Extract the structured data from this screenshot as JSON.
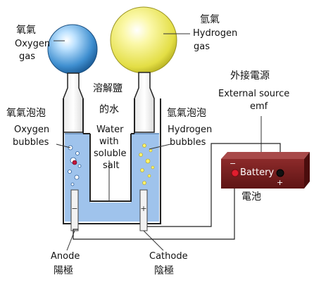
{
  "oxygen": {
    "zh": "氧氣",
    "en1": "Oxygen",
    "en2": "gas"
  },
  "hydrogen": {
    "zh": "氫氣",
    "en1": "Hydrogen",
    "en2": "gas"
  },
  "external_source": {
    "zh": "外接電源",
    "en1": "External source",
    "en2": "emf"
  },
  "electrolyte": {
    "zh1": "溶解鹽",
    "zh2": "的水",
    "en1": "Water",
    "en2": "with",
    "en3": "soluble",
    "en4": "salt"
  },
  "oxygen_bubbles": {
    "zh": "氧氣泡泡",
    "en1": "Oxygen",
    "en2": "bubbles"
  },
  "hydrogen_bubbles": {
    "zh": "氫氣泡泡",
    "en1": "Hydrogen",
    "en2": "bubbles"
  },
  "battery": {
    "label": "Battery",
    "minus": "−",
    "plus": "+",
    "zh": "電池"
  },
  "anode": {
    "en": "Anode",
    "zh": "陽極",
    "sign": "−"
  },
  "cathode": {
    "en": "Cathode",
    "zh": "陰極",
    "sign": "+"
  },
  "colors": {
    "oxygen_ball": "#4f9fd6",
    "hydrogen_ball": "#e8e34a",
    "water": "#9fc3ec",
    "battery": "#7a1e1e"
  }
}
